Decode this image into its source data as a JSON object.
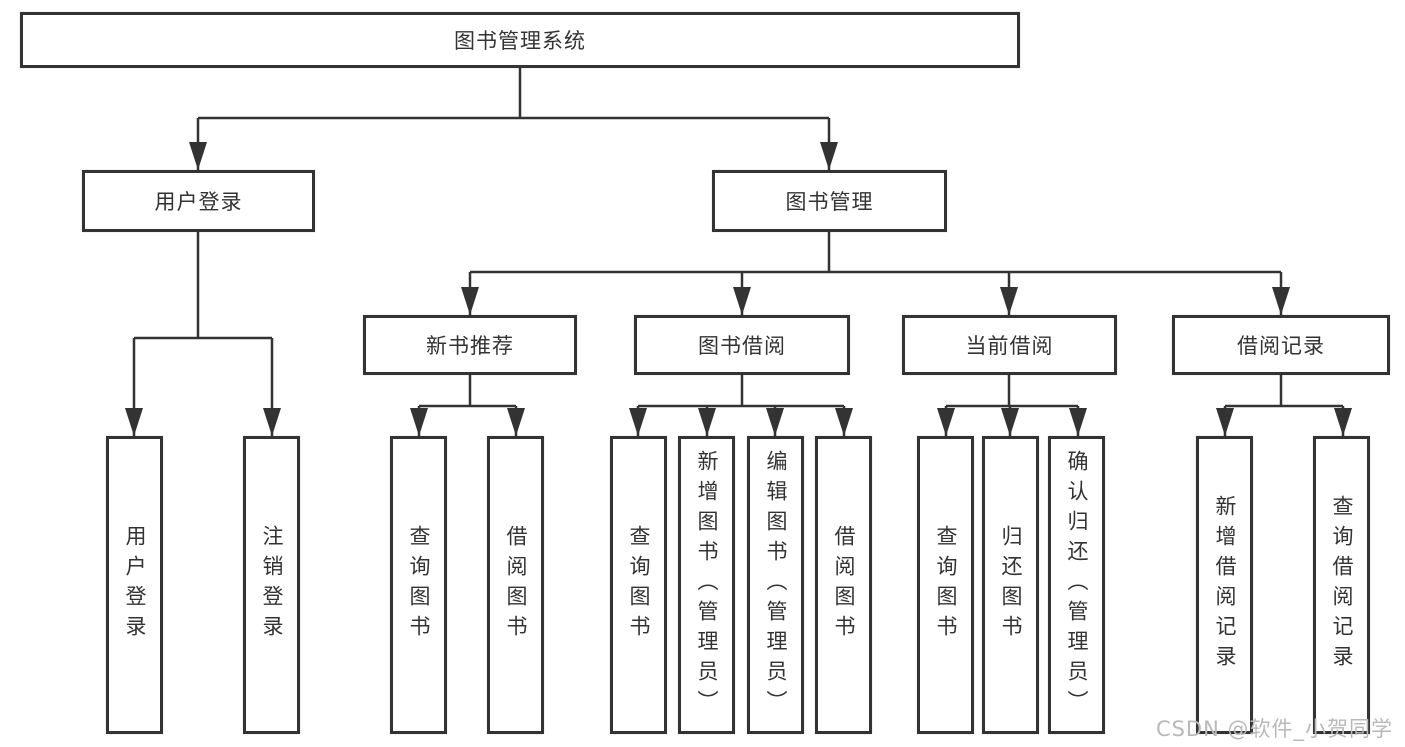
{
  "root": {
    "label": "图书管理系统"
  },
  "branches": [
    {
      "id": "user-login",
      "label": "用户登录",
      "children": [
        {
          "label": "用户登录"
        },
        {
          "label": "注销登录"
        }
      ]
    },
    {
      "id": "book-management",
      "label": "图书管理",
      "modules": [
        {
          "label": "新书推荐",
          "children": [
            {
              "label": "查询图书"
            },
            {
              "label": "借阅图书"
            }
          ]
        },
        {
          "label": "图书借阅",
          "children": [
            {
              "label": "查询图书"
            },
            {
              "label": "新增图书（管理员）"
            },
            {
              "label": "编辑图书（管理员）"
            },
            {
              "label": "借阅图书"
            }
          ]
        },
        {
          "label": "当前借阅",
          "children": [
            {
              "label": "查询图书"
            },
            {
              "label": "归还图书"
            },
            {
              "label": "确认归还（管理员）"
            }
          ]
        },
        {
          "label": "借阅记录",
          "children": [
            {
              "label": "新增借阅记录"
            },
            {
              "label": "查询借阅记录"
            }
          ]
        }
      ]
    }
  ],
  "watermark": "CSDN @软件_小贺同学",
  "colors": {
    "line": "#333333",
    "border": "#333333",
    "text": "#333333",
    "background": "#ffffff",
    "watermark_text": "#b9b9b9"
  }
}
